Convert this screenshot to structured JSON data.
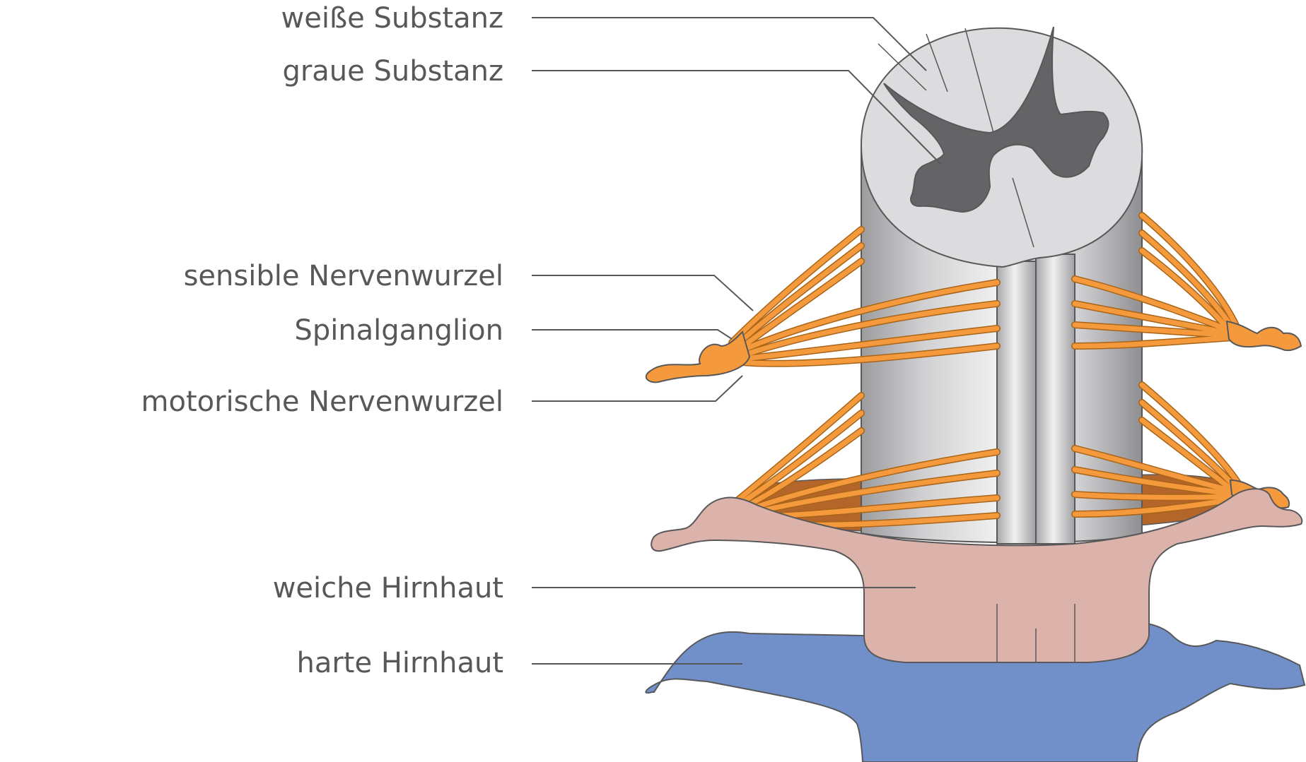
{
  "labels": [
    "weiße Substanz",
    "graue Substanz",
    "sensible Nervenwurzel",
    "Spinalganglion",
    "motorische Nervenwurzel",
    "weiche Hirnhaut",
    "harte Hirnhaut"
  ],
  "colors": {
    "white_matter": "#dcdcde",
    "grey_matter": "#646466",
    "nerve": "#f49a3c",
    "nerve_outline": "#a86418",
    "pia_mater": "#dcb3ab",
    "dura_mater": "#7190c9",
    "cavity": "#b4652a",
    "outline": "#58585a"
  }
}
